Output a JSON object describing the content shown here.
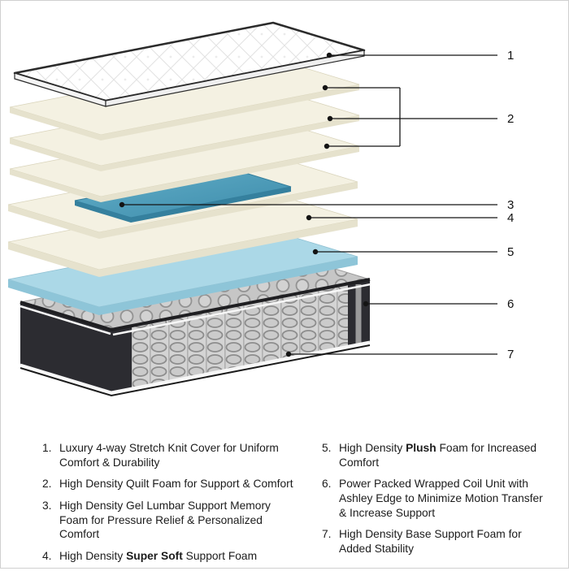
{
  "diagram": {
    "numbers": [
      "1",
      "2",
      "3",
      "4",
      "5",
      "6",
      "7"
    ]
  },
  "legend": {
    "items": [
      {
        "num": "1.",
        "pre": "Luxury 4-way Stretch Knit Cover for Uniform Comfort & Durability",
        "bold": "",
        "post": ""
      },
      {
        "num": "2.",
        "pre": "High Density Quilt Foam for Support & Comfort",
        "bold": "",
        "post": ""
      },
      {
        "num": "3.",
        "pre": "High Density Gel Lumbar Support Memory Foam for Pressure Relief & Personalized Comfort",
        "bold": "",
        "post": ""
      },
      {
        "num": "4.",
        "pre": "High Density ",
        "bold": "Super Soft",
        "post": " Support Foam"
      },
      {
        "num": "5.",
        "pre": "High Density ",
        "bold": "Plush",
        "post": " Foam for Increased Comfort"
      },
      {
        "num": "6.",
        "pre": "Power Packed Wrapped Coil Unit with Ashley Edge to Minimize Motion Transfer & Increase Support",
        "bold": "",
        "post": ""
      },
      {
        "num": "7.",
        "pre": "High Density Base Support Foam for Added Stability",
        "bold": "",
        "post": ""
      }
    ]
  },
  "colors": {
    "cover_edge": "#2b2b2b",
    "foam_cream": "#f4f1e2",
    "foam_cream_side": "#e6e2cd",
    "gel_light": "#63afc9",
    "gel_dark": "#3c8baa",
    "gel_side": "#35809e",
    "plush_blue": "#abd8e7",
    "plush_blue_side": "#8ec5d8",
    "fabric_dark": "#2c2c31",
    "stripe_gray": "#9a9a9a",
    "line_black": "#141414"
  }
}
